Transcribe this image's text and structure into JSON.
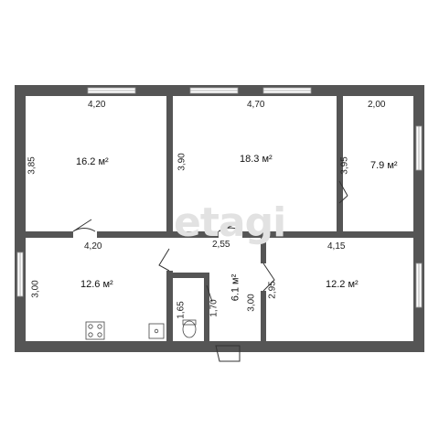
{
  "plan": {
    "watermark": "etagi",
    "wall_color": "#555555",
    "window_color": "#ffffff",
    "rooms": [
      {
        "id": "room-top-left",
        "area": "16.2 м²",
        "width": "4,20",
        "height": "3,85"
      },
      {
        "id": "room-top-middle",
        "area": "18.3 м²",
        "width": "4,70",
        "height": "3,90"
      },
      {
        "id": "room-top-right",
        "area": "7.9 м²",
        "width": "2,00",
        "height": "3,95"
      },
      {
        "id": "room-kitchen",
        "area": "12.6 м²",
        "width": "4,20",
        "height": "3,00"
      },
      {
        "id": "room-hall",
        "area": "6.1 м²",
        "width": "2,55",
        "height": "3,00"
      },
      {
        "id": "room-bottom-right",
        "area": "12.2 м²",
        "width": "4,15",
        "height": "2,95"
      }
    ],
    "bath_dims": {
      "a": "1,65",
      "b": "1,70"
    }
  }
}
